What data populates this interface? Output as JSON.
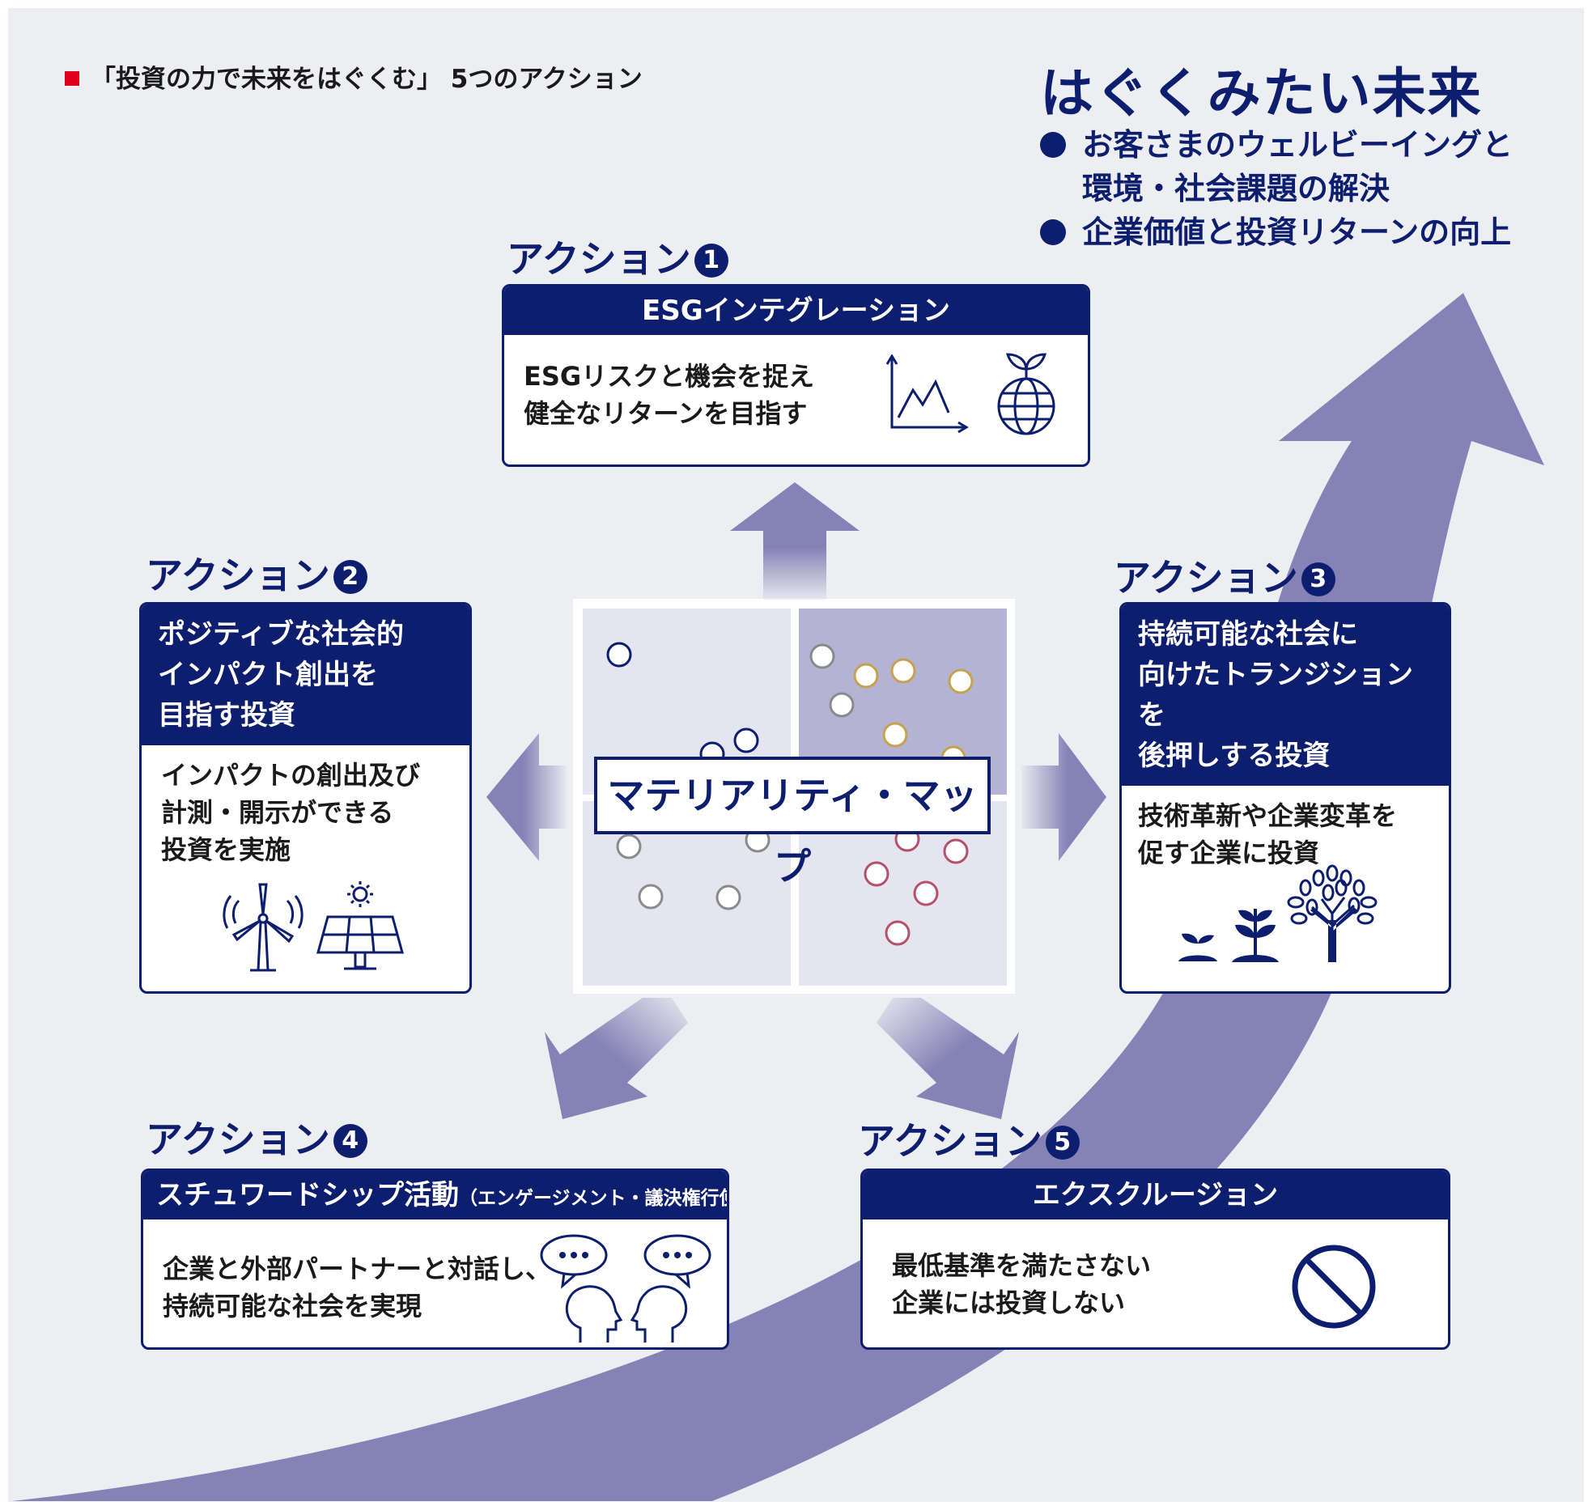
{
  "header_note": "「投資の力で未来をはぐくむ」 5つのアクション",
  "future": {
    "title": "はぐくみたい未来",
    "items": [
      {
        "line1": "お客さまのウェルビーイングと",
        "line2": "環境・社会課題の解決"
      },
      {
        "line1": "企業価値と投資リターンの向上"
      }
    ]
  },
  "materiality_map": {
    "label": "マテリアリティ・マップ"
  },
  "actions": [
    {
      "label": "アクション",
      "number": "1",
      "heading": "ESGインテグレーション",
      "body": [
        "ESGリスクと機会を捉え",
        "健全なリターンを目指す"
      ],
      "icons": [
        "line-chart-icon",
        "globe-sprout-icon"
      ]
    },
    {
      "label": "アクション",
      "number": "2",
      "heading": [
        "ポジティブな社会的",
        "インパクト創出を",
        "目指す投資"
      ],
      "body": [
        "インパクトの創出及び",
        "計測・開示ができる",
        "投資を実施"
      ],
      "icons": [
        "wind-turbine-icon",
        "solar-panel-icon"
      ]
    },
    {
      "label": "アクション",
      "number": "3",
      "heading": [
        "持続可能な社会に",
        "向けたトランジションを",
        "後押しする投資"
      ],
      "body": [
        "技術革新や企業変革を",
        "促す企業に投資"
      ],
      "icons": [
        "sprout-small-icon",
        "sprout-medium-icon",
        "tree-icon"
      ]
    },
    {
      "label": "アクション",
      "number": "4",
      "heading": "スチュワードシップ活動",
      "heading_sub": "（エンゲージメント・議決権行使）",
      "body": [
        "企業と外部パートナーと対話し、",
        "持続可能な社会を実現"
      ],
      "icons": [
        "dialogue-heads-icon"
      ]
    },
    {
      "label": "アクション",
      "number": "5",
      "heading": "エクスクルージョン",
      "body": [
        "最低基準を満たさない",
        "企業には投資しない"
      ],
      "icons": [
        "prohibited-icon"
      ]
    }
  ],
  "colors": {
    "navy": "#0e1e6e",
    "arrow_purple": "#8582b6",
    "panel_bg": "#eceef2",
    "map_light": "#e5e5f1",
    "map_dark": "#b4b3d3",
    "accent_red": "#e0001a",
    "dot_gray": "#8a8a8a",
    "dot_gold": "#c6a24e",
    "dot_rose": "#b5506a",
    "dot_navy": "#0e1e6e"
  }
}
